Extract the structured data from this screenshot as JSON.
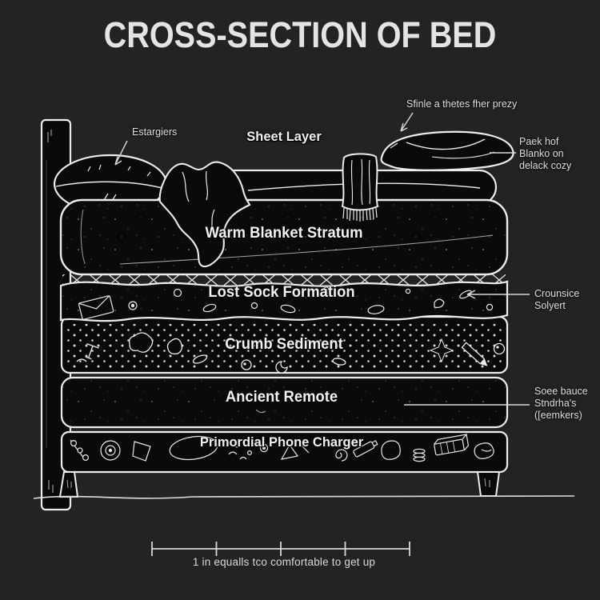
{
  "title": "CROSS-SECTION OF BED",
  "layer_labels": {
    "sheet": "Sheet Layer",
    "blanket": "Warm Blanket Stratum",
    "sock": "Lost Sock Formation",
    "crumb": "Crumb Sediment",
    "remote": "Ancient Remote",
    "charger": "Primordial Phone Charger"
  },
  "callouts": {
    "left_pillow": "Estargiers",
    "right_pillow": "Sfinle a thetes fher prezy",
    "blanket_pack": [
      "Paek hof",
      "Blanko on",
      "delack cozy"
    ],
    "sock_item": [
      "Crounsice",
      "Solyert"
    ],
    "remote_item": [
      "Soee bauce",
      "Stndrha's",
      "([eemkers)"
    ]
  },
  "scale_bar": {
    "caption": "1 in equalls tco comfortable to get up",
    "ticks": 5
  },
  "colors": {
    "background": "#232323",
    "ink": "#ececec",
    "shape_fill": "#0a0a0a"
  }
}
